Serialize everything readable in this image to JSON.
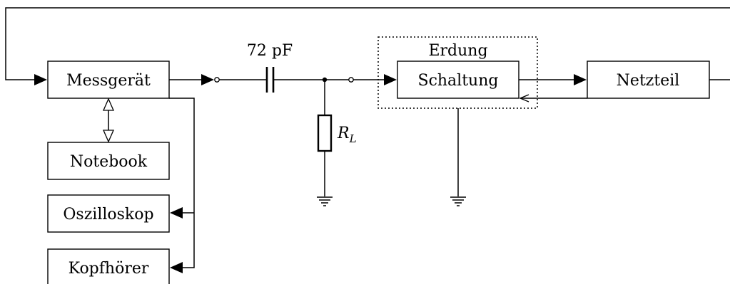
{
  "blocks": {
    "messgeraet": "Messgerät",
    "notebook": "Notebook",
    "oszilloskop": "Oszilloskop",
    "kopfhoerer": "Kopfhörer",
    "schaltung": "Schaltung",
    "netzteil": "Netzteil"
  },
  "labels": {
    "capacitor_value": "72 pF",
    "ground_group": "Erdung",
    "resistor_symbol": "R",
    "resistor_subscript": "L"
  }
}
